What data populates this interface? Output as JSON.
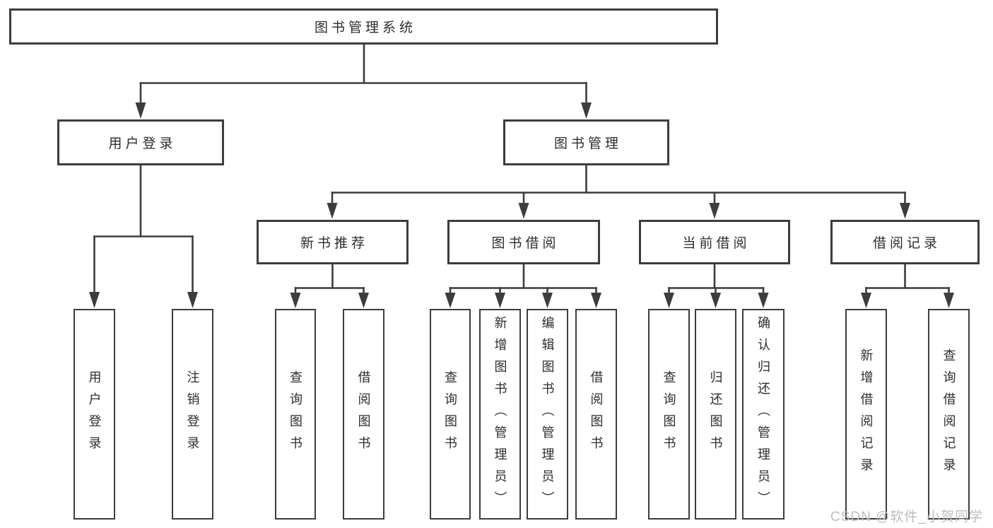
{
  "tree": {
    "label": "图书管理系统",
    "children": [
      {
        "label": "用户登录",
        "children": [
          {
            "label": "用户登录"
          },
          {
            "label": "注销登录"
          }
        ]
      },
      {
        "label": "图书管理",
        "children": [
          {
            "label": "新书推荐",
            "children": [
              {
                "label": "查询图书"
              },
              {
                "label": "借阅图书"
              }
            ]
          },
          {
            "label": "图书借阅",
            "children": [
              {
                "label": "查询图书"
              },
              {
                "label": "新增图书（管理员）"
              },
              {
                "label": "编辑图书（管理员）"
              },
              {
                "label": "借阅图书"
              }
            ]
          },
          {
            "label": "当前借阅",
            "children": [
              {
                "label": "查询图书"
              },
              {
                "label": "归还图书"
              },
              {
                "label": "确认归还（管理员）"
              }
            ]
          },
          {
            "label": "借阅记录",
            "children": [
              {
                "label": "新增借阅记录"
              },
              {
                "label": "查询借阅记录"
              }
            ]
          }
        ]
      }
    ]
  },
  "watermark": {
    "text": "CSDN @软件_小贺同学"
  },
  "colors": {
    "line": "#3d3d3d",
    "text": "#2d2d2d",
    "background": "#ffffff",
    "watermark": "#bdbdbd"
  }
}
